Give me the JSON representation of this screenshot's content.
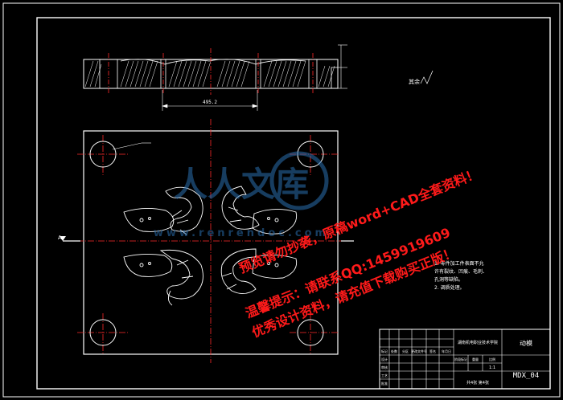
{
  "drawing": {
    "title_block": {
      "school_line": "湖南机电职业技术学院",
      "part_name": "动模",
      "drawing_number": "MDX_04",
      "sheet_info": "共4张 第4张",
      "scale": "1:1",
      "role_labels": [
        "标记",
        "处数",
        "分区",
        "更改文件号",
        "签名",
        "年月日"
      ],
      "row_labels": [
        "设计",
        "审核",
        "工艺",
        "批准"
      ],
      "stage_labels": [
        "阶段标记",
        "重量",
        "比例"
      ]
    },
    "tech_notes": {
      "lines": [
        "1. 零件加工件表面不允",
        "许有裂纹、凹痕、毛刺、",
        "孔洞等缺陷。",
        "2. 调质处理。"
      ]
    },
    "roughness_note": "其余",
    "dimension_labels": [
      "495.2"
    ],
    "section_marker": "A"
  },
  "watermark": {
    "logo_text": "人人文库",
    "url_text": "www.renrendoc.com",
    "lines": [
      "预览请勿抄袭，原稿word+CAD全套资料！",
      "温馨提示：请联系QQ:1459919609",
      "优秀设计资料，请充值下载购买正版！"
    ]
  },
  "colors": {
    "background": "#000000",
    "outline": "#ffffff",
    "centerline": "#ff2a2a",
    "dimension": "#ffffff",
    "watermark_red": "#ff1a1a",
    "watermark_blue": "#2a6fb0"
  }
}
